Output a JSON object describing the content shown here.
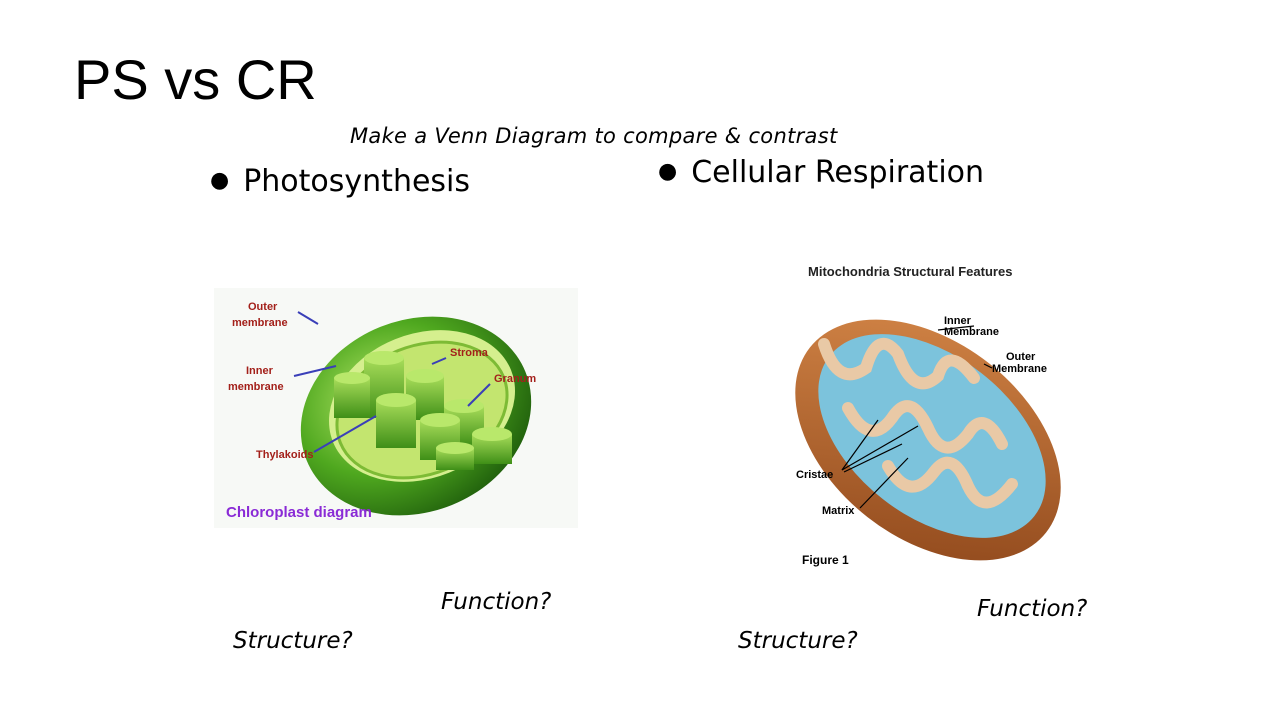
{
  "slide": {
    "title": "PS vs CR",
    "subtitle": "Make a Venn Diagram to compare & contrast"
  },
  "bullets": [
    {
      "label": "Photosynthesis"
    },
    {
      "label": "Cellular Respiration"
    }
  ],
  "chloroplast": {
    "caption": "Chloroplast diagram",
    "labels": {
      "outer_1": "Outer",
      "outer_2": "membrane",
      "inner_1": "Inner",
      "inner_2": "membrane",
      "stroma": "Stroma",
      "granum": "Granum",
      "thylakoids": "Thylakoids"
    }
  },
  "mitochondria": {
    "title": "Mitochondria Structural Features",
    "figure": "Figure 1",
    "labels": {
      "inner_1": "Inner",
      "inner_2": "Membrane",
      "outer_1": "Outer",
      "outer_2": "Membrane",
      "cristae": "Cristae",
      "matrix": "Matrix"
    }
  },
  "questions": {
    "ps_function": "Function?",
    "ps_structure": "Structure?",
    "cr_function": "Function?",
    "cr_structure": "Structure?"
  },
  "colors": {
    "chloroplast_green": "#3f9a1c",
    "label_red": "#a3201a",
    "leader_blue": "#3a3fb8",
    "caption_purple": "#8a2bd6",
    "mito_brown": "#b8652a",
    "mito_matrix_blue": "#7cc3dc"
  }
}
